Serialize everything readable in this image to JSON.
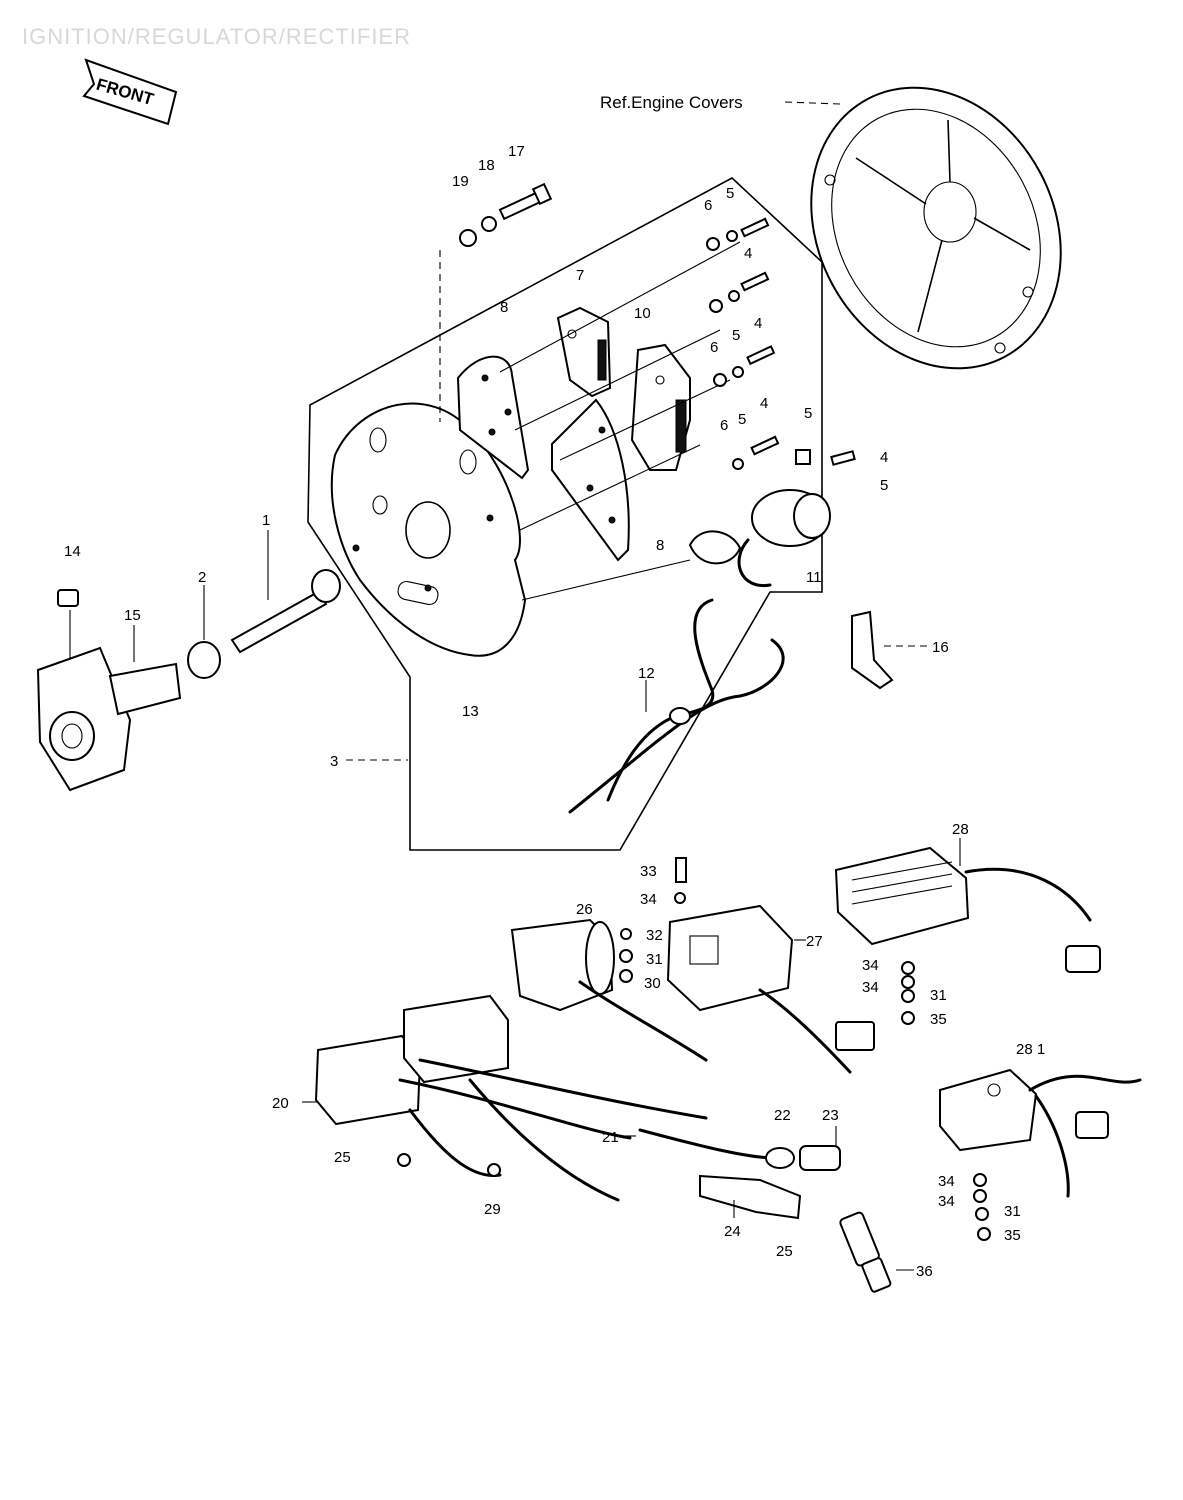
{
  "header": {
    "title": "IGNITION/REGULATOR/RECTIFIER"
  },
  "front_badge": {
    "label": "FRONT"
  },
  "reference": {
    "engine_covers": "Ref.Engine Covers"
  },
  "callouts": {
    "c1": "1",
    "c2": "2",
    "c3": "3",
    "c4a": "4",
    "c4b": "4",
    "c4c": "4",
    "c4d": "4",
    "c5a": "5",
    "c5b": "5",
    "c5c": "5",
    "c5d": "5",
    "c5e": "5",
    "c6a": "6",
    "c6b": "6",
    "c6c": "6",
    "c7": "7",
    "c8a": "8",
    "c8b": "8",
    "c10": "10",
    "c11": "11",
    "c12": "12",
    "c13": "13",
    "c14": "14",
    "c15": "15",
    "c16": "16",
    "c17": "17",
    "c18": "18",
    "c19": "19",
    "c20": "20",
    "c21": "21",
    "c22": "22",
    "c23": "23",
    "c24": "24",
    "c25a": "25",
    "c25b": "25",
    "c26": "26",
    "c27": "27",
    "c28": "28",
    "c281": "28 1",
    "c29": "29",
    "c30": "30",
    "c31a": "31",
    "c31b": "31",
    "c31c": "31",
    "c32": "32",
    "c33": "33",
    "c34a": "34",
    "c34b": "34",
    "c34c": "34",
    "c34d": "34",
    "c34e": "34",
    "c35a": "35",
    "c35b": "35",
    "c36": "36"
  }
}
